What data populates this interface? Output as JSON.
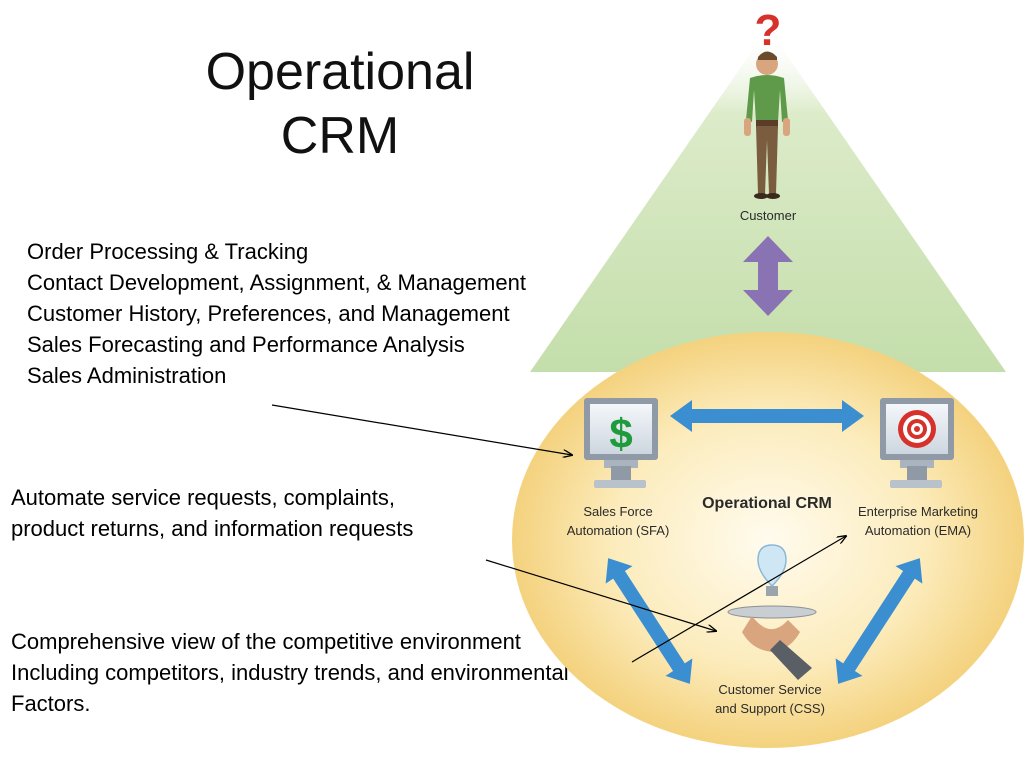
{
  "title": {
    "line1": "Operational",
    "line2": "CRM"
  },
  "text_blocks": {
    "order_list": [
      "Order Processing & Tracking",
      "Contact Development, Assignment, & Management",
      "Customer History, Preferences, and Management",
      "Sales Forecasting and Performance Analysis",
      "Sales Administration"
    ],
    "service_list": [
      "Automate service requests, complaints,",
      "product returns, and information requests"
    ],
    "competitive_list": [
      "Comprehensive view of the competitive environment",
      "Including competitors, industry trends, and environmental",
      "Factors."
    ]
  },
  "diagram": {
    "question_mark": "?",
    "customer_label": "Customer",
    "center_label": "Operational CRM",
    "sfa_label": [
      "Sales Force",
      "Automation (SFA)"
    ],
    "ema_label": [
      "Enterprise Marketing",
      "Automation (EMA)"
    ],
    "css_label": [
      "Customer Service",
      "and Support (CSS)"
    ],
    "sfa_icon_symbol": "$",
    "colors": {
      "cone": "#cfe4b8",
      "ellipse_center": "#fff6d8",
      "ellipse_edge": "#f6d98a",
      "purple_arrow": "#8a73b3",
      "blue_arrow": "#3b8fd0",
      "dollar": "#1f9a3c",
      "target": "#d6312b",
      "question": "#d6312b",
      "shirt": "#5f9a4a",
      "pants": "#7a5c3f"
    }
  }
}
